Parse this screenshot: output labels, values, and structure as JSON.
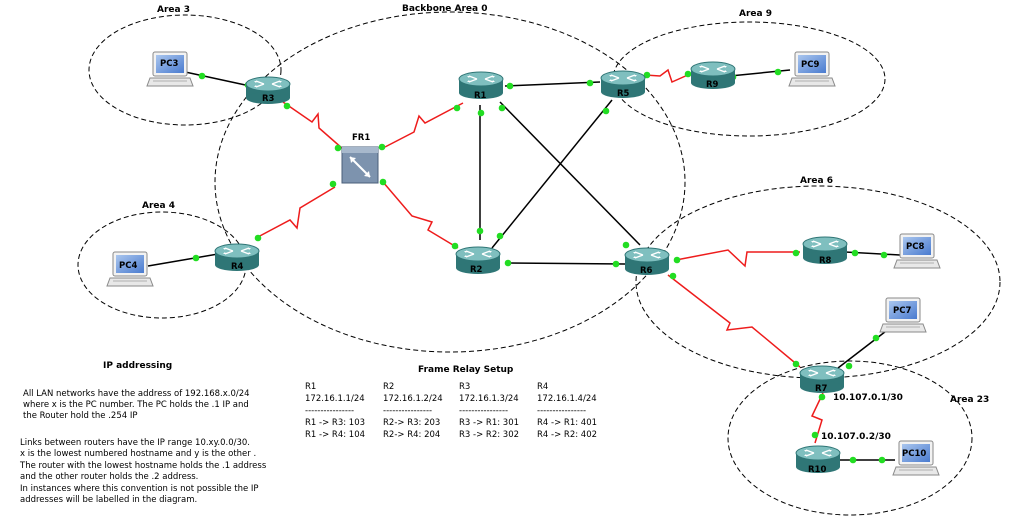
{
  "areas": {
    "backbone": "Backbone Area 0",
    "area3": "Area 3",
    "area4": "Area 4",
    "area9": "Area 9",
    "area6": "Area 6",
    "area23": "Area 23"
  },
  "routers": {
    "r1": "R1",
    "r2": "R2",
    "r3": "R3",
    "r4": "R4",
    "r5": "R5",
    "r6": "R6",
    "r7": "R7",
    "r8": "R8",
    "r9": "R9",
    "r10": "R10"
  },
  "pcs": {
    "pc3": "PC3",
    "pc4": "PC4",
    "pc7": "PC7",
    "pc8": "PC8",
    "pc9": "PC9",
    "pc10": "PC10"
  },
  "switches": {
    "fr1": "FR1"
  },
  "link_labels": {
    "r7_side": "10.107.0.1/30",
    "r10_side": "10.107.0.2/30"
  },
  "ip_addressing": {
    "title": "IP addressing",
    "lines": [
      "All LAN networks have the address of 192.168.x.0/24",
      "where x is the PC number. The PC holds the .1 IP and",
      "the Router hold the .254 IP",
      "",
      "Links between routers have the IP range 10.xy.0.0/30.",
      "x is the lowest numbered hostname and y is the other .",
      "The router with the lowest hostname holds the .1 address",
      "and the other router holds the .2 address.",
      "In instances where this convention is not possible the IP",
      "addresses will be labelled in the diagram."
    ]
  },
  "frame_relay": {
    "title": "Frame Relay Setup",
    "columns": [
      {
        "router": "R1",
        "ip": "172.16.1.1/24",
        "sep": "----------------",
        "dlci": [
          "R1 -> R3: 103",
          "R1 -> R4: 104"
        ]
      },
      {
        "router": "R2",
        "ip": "172.16.1.2/24",
        "sep": "----------------",
        "dlci": [
          "R2-> R3: 203",
          "R2-> R4: 204"
        ]
      },
      {
        "router": "R3",
        "ip": "172.16.1.3/24",
        "sep": "----------------",
        "dlci": [
          "R3 -> R1: 301",
          "R3 -> R2: 302"
        ]
      },
      {
        "router": "R4",
        "ip": "172.16.1.4/24",
        "sep": "----------------",
        "dlci": [
          "R4 -> R1: 401",
          "R4 -> R2: 402"
        ]
      }
    ]
  },
  "colors": {
    "serial": "#ee1c1c",
    "ethernet": "#000000",
    "port": "#22dd22",
    "router_body": "#3d8c8c",
    "router_top": "#7fbfbf",
    "switch_body": "#7d93ae"
  }
}
